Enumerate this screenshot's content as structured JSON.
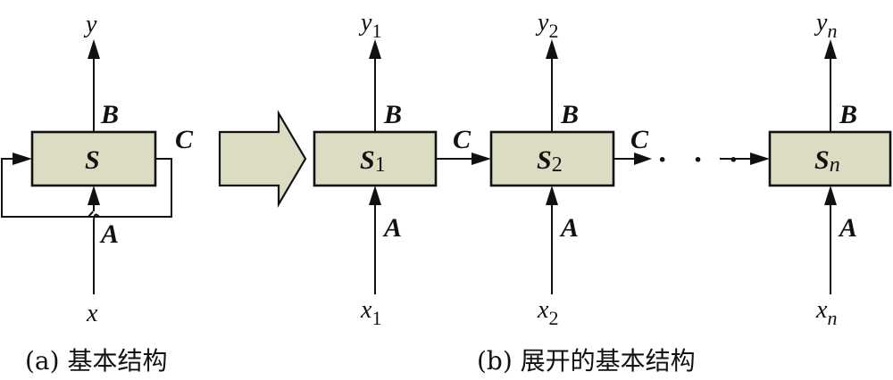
{
  "panel_a": {
    "block_label": "S",
    "output_label": "y",
    "input_label": "x",
    "port_top": "B",
    "port_bottom": "A",
    "port_feedback": "C",
    "caption": "(a) 基本结构"
  },
  "panel_b": {
    "blocks": [
      {
        "letter": "S",
        "index": "1",
        "output": "y",
        "output_index": "1",
        "input": "x",
        "input_index": "1",
        "port_top": "B",
        "port_bottom": "A",
        "port_right": "C"
      },
      {
        "letter": "S",
        "index": "2",
        "output": "y",
        "output_index": "2",
        "input": "x",
        "input_index": "2",
        "port_top": "B",
        "port_bottom": "A",
        "port_right": "C"
      },
      {
        "letter": "S",
        "index": "n",
        "output": "y",
        "output_index": "n",
        "input": "x",
        "input_index": "n",
        "port_top": "B",
        "port_bottom": "A",
        "port_right": ""
      }
    ],
    "ellipsis": "· · ·",
    "caption": "(b) 展开的基本结构"
  },
  "colors": {
    "box_fill": "#dcdcc2",
    "stroke": "#111111"
  }
}
